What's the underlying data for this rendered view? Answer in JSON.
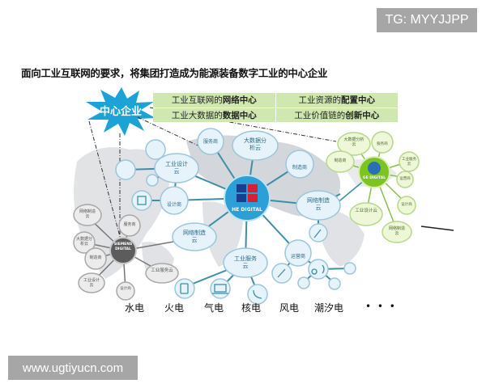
{
  "watermarks": {
    "top_right": "TG: MYYJJPP",
    "bottom_left": "www.ugtiyucn.com"
  },
  "title": "面向工业互联网的要求，将集团打造成为能源装备数字工业的中心企业",
  "center_badge": "中心企业",
  "roles": [
    {
      "prefix": "工业互联网的",
      "bold": "网络中心"
    },
    {
      "prefix": "工业资源的",
      "bold": "配置中心"
    },
    {
      "prefix": "工业大数据的",
      "bold": "数据中心"
    },
    {
      "prefix": "工业价值链的",
      "bold": "创新中心"
    }
  ],
  "hubs": {
    "he": {
      "label": "HE DIGITAL",
      "logo": "HE",
      "color": "#2b9fd6"
    },
    "ge": {
      "label": "GE DIGITAL",
      "logo": "GE",
      "color": "#7cc520"
    },
    "siemens": {
      "label": "SIEMENS DIGITAL",
      "logo": "SIEMENS",
      "color": "#6d6d6d"
    }
  },
  "he_nodes": {
    "services": "服务商",
    "bigdata_cloud": "大数据分析云",
    "manufacturer": "制造商",
    "design_cloud": "工业设计云",
    "designer": "设计商",
    "network_cloud_left": "网络制造云",
    "network_cloud_right": "网络制造云",
    "service_cloud": "工业服务云",
    "operator": "运营商"
  },
  "ge_nodes": [
    "大数据分析云",
    "服务商",
    "工业服务云",
    "运营商",
    "设计商",
    "工业设计云",
    "网络制造云",
    "制造商"
  ],
  "siemens_nodes": [
    "网络制造云",
    "大数据分析云",
    "制造商",
    "工业设计云",
    "设计商",
    "服务商",
    "工业服务云"
  ],
  "icons": [
    "head-gear-icon",
    "pin-icon",
    "user-icon",
    "cube-icon",
    "tablet-icon",
    "laptop-icon",
    "phone-icon",
    "microphone-icon",
    "wrench-icon",
    "speaker-user-icon",
    "location-icon",
    "wifi-icon",
    "bluetooth-icon"
  ],
  "energy_types": [
    "水电",
    "火电",
    "气电",
    "核电",
    "风电",
    "潮汐电",
    "• • •"
  ]
}
